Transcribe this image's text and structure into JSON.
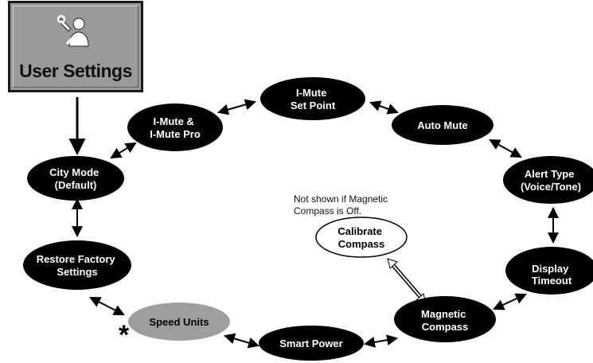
{
  "header_tile": {
    "icon": "user-settings-wrench-person-icon",
    "label": "User Settings"
  },
  "nodes": {
    "imute_set_point": [
      "I-Mute",
      "Set Point"
    ],
    "auto_mute": [
      "Auto Mute"
    ],
    "alert_type": [
      "Alert Type",
      "(Voice/Tone)"
    ],
    "display_timeout": [
      "Display",
      "Timeout"
    ],
    "magnetic_compass": [
      "Magnetic",
      "Compass"
    ],
    "smart_power": [
      "Smart Power"
    ],
    "speed_units": [
      "Speed Units"
    ],
    "restore_factory": [
      "Restore Factory",
      "Settings"
    ],
    "city_mode": [
      "City Mode",
      "(Default)"
    ],
    "imute_pro": [
      "I-Mute &",
      "I-Mute Pro"
    ],
    "calibrate_compass": [
      "Calibrate",
      "Compass"
    ]
  },
  "note": [
    "Not shown if Magnetic",
    "Compass is Off."
  ],
  "asterisk": "*",
  "colors": {
    "node_dark": "#000000",
    "node_gray": "#9e9e9e",
    "tile_gray": "#9a9a9a",
    "text_light": "#ffffff"
  }
}
